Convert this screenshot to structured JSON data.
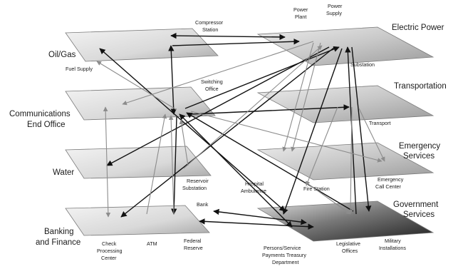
{
  "sectors": {
    "electric_power": "Electric Power",
    "oil_gas": "Oil/Gas",
    "transportation": "Transportation",
    "comm_line1": "Communications",
    "comm_line2": "End Office",
    "emerg_line1": "Emergency",
    "emerg_line2": "Services",
    "water": "Water",
    "gov_line1": "Government",
    "gov_line2": "Services",
    "bank_line1": "Banking",
    "bank_line2": "and Finance"
  },
  "nodes": {
    "compressor_1": "Compressor",
    "compressor_2": "Station",
    "power_plant_1": "Power",
    "power_plant_2": "Plant",
    "power_supply_1": "Power",
    "power_supply_2": "Supply",
    "fuel_supply": "Fuel Supply",
    "substation": "Substation",
    "switching_1": "Switching",
    "switching_2": "Office",
    "transport": "Transport",
    "reservoir_1": "Reservoir",
    "reservoir_2": "Substation",
    "hospital_1": "Hospital",
    "hospital_2": "Ambulance",
    "fire_station": "Fire Station",
    "emerg_call_1": "Emergency",
    "emerg_call_2": "Call Center",
    "bank": "Bank",
    "check_1": "Check",
    "check_2": "Processing",
    "check_3": "Center",
    "atm": "ATM",
    "federal_1": "Federal",
    "federal_2": "Reserve",
    "persons_1": "Persons/Service",
    "persons_2": "Payments Treasury",
    "persons_3": "Department",
    "legislative_1": "Legislative",
    "legislative_2": "Offices",
    "military_1": "Military",
    "military_2": "Installations"
  },
  "colors": {
    "plane_light": "#f2f2f2",
    "plane_mid": "#bdbdbd",
    "plane_dark": "#3c3c3c",
    "arrow_dark": "#111111",
    "arrow_light": "#8c8c8c"
  }
}
